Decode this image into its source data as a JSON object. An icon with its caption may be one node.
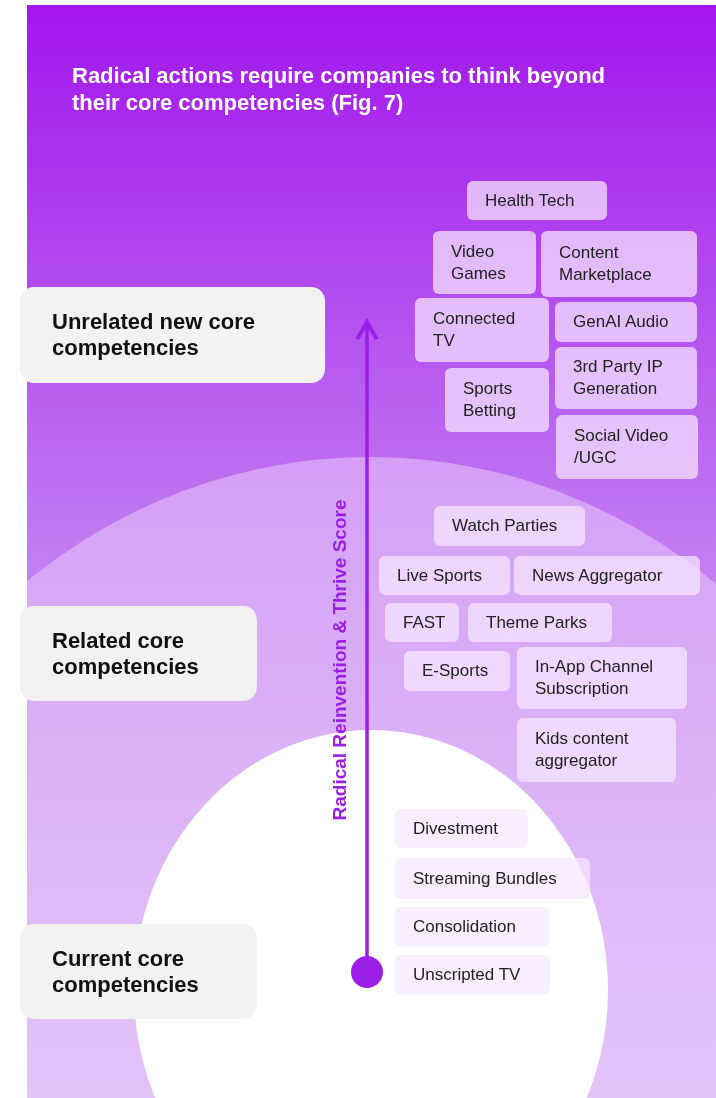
{
  "diagram": {
    "title": "Radical actions require companies to think beyond their core competencies (Fig. 7)",
    "nodes": [
      {
        "text": [
          "Unrelated new core competencies"
        ]
      },
      {
        "text": [
          "Related core competencies"
        ]
      },
      {
        "text": [
          "Current core competencies"
        ]
      },
      {
        "text": [
          "Health Tech"
        ]
      },
      {
        "text": [
          "Video Games"
        ]
      },
      {
        "text": [
          "Content Marketplace"
        ]
      },
      {
        "text": [
          "Connected TV"
        ]
      },
      {
        "text": [
          "GenAI Audio"
        ]
      },
      {
        "text": [
          "Sports Betting"
        ]
      },
      {
        "text": [
          "3rd Party IP Generation"
        ]
      },
      {
        "text": [
          "Social Video /UGC"
        ]
      },
      {
        "text": [
          "Watch Parties"
        ]
      },
      {
        "text": [
          "Live Sports"
        ]
      },
      {
        "text": [
          "News Aggregator"
        ]
      },
      {
        "text": [
          "FAST"
        ]
      },
      {
        "text": [
          "Theme Parks"
        ]
      },
      {
        "text": [
          "E-Sports"
        ]
      },
      {
        "text": [
          "In-App Channel Subscription"
        ]
      },
      {
        "text": [
          "Kids content aggregator"
        ]
      },
      {
        "text": [
          "Divestment"
        ]
      },
      {
        "text": [
          "Streaming Bundles"
        ]
      },
      {
        "text": [
          "Consolidation"
        ]
      },
      {
        "text": [
          "Unscripted TV"
        ]
      }
    ],
    "edges": [],
    "labels": [
      "Radical Reinvention & Thrive Score"
    ]
  }
}
